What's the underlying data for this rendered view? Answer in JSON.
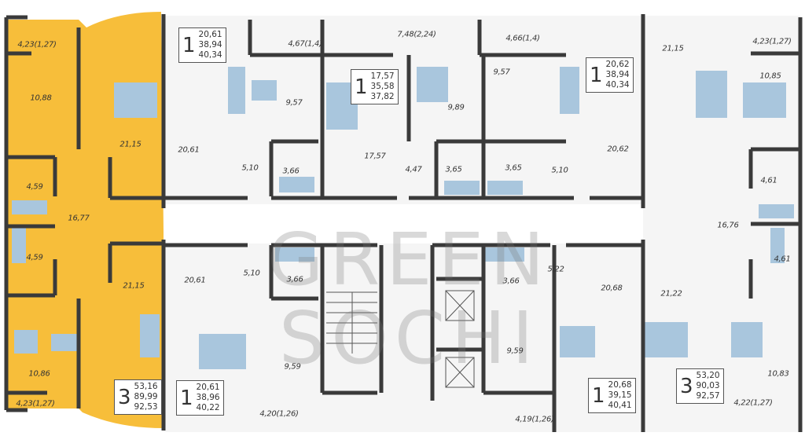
{
  "watermark": {
    "line1": "GREEN",
    "line2": "SOCHI"
  },
  "colors": {
    "selected": "#F7BE3A",
    "wall": "#3a3a3a",
    "furniture": "#a9c6dd",
    "floor": "#f4f4f4"
  },
  "apartments": [
    {
      "rooms": "1",
      "living": "20,61",
      "total": "38,94",
      "total_balcony": "40,34"
    },
    {
      "rooms": "1",
      "living": "17,57",
      "total": "35,58",
      "total_balcony": "37,82"
    },
    {
      "rooms": "1",
      "living": "20,62",
      "total": "38,94",
      "total_balcony": "40,34"
    },
    {
      "rooms": "3",
      "living": "53,16",
      "total": "89,99",
      "total_balcony": "92,53"
    },
    {
      "rooms": "1",
      "living": "20,61",
      "total": "38,96",
      "total_balcony": "40,22"
    },
    {
      "rooms": "1",
      "living": "20,68",
      "total": "39,15",
      "total_balcony": "40,41"
    },
    {
      "rooms": "3",
      "living": "53,20",
      "total": "90,03",
      "total_balcony": "92,57"
    }
  ],
  "rooms": [
    "4,23(1,27)",
    "10,88",
    "21,15",
    "4,59",
    "16,77",
    "20,61",
    "5,10",
    "4,67(1,4)",
    "9,57",
    "3,66",
    "17,57",
    "7,48(2,24)",
    "4,47",
    "9,89",
    "3,65",
    "3,65",
    "4,66(1,4)",
    "9,57",
    "5,10",
    "20,62",
    "21,15",
    "4,23(1,27)",
    "10,85",
    "4,61",
    "16,76",
    "4,59",
    "21,15",
    "10,86",
    "4,23(1,27)",
    "20,61",
    "5,10",
    "3,66",
    "9,59",
    "4,20(1,26)",
    "5,22",
    "3,66",
    "20,68",
    "9,59",
    "4,19(1,26)",
    "21,22",
    "4,61",
    "10,83",
    "4,22(1,27)"
  ]
}
